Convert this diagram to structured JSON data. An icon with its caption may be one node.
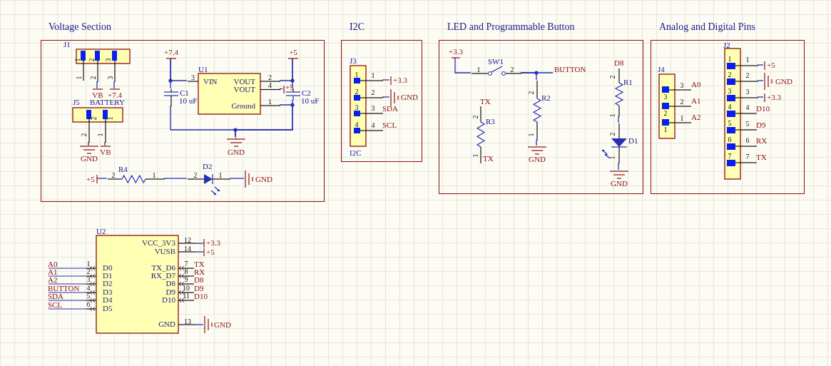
{
  "diagram": {
    "nodes": [
      {
        "text": [
          "Voltage Section"
        ]
      },
      {
        "text": [
          "J1",
          "1",
          "2",
          "3",
          "1",
          "2",
          "3"
        ],
        "in": 0
      },
      {
        "text": [
          "VB"
        ],
        "in": 0
      },
      {
        "text": [
          "+7.4"
        ],
        "in": 0
      },
      {
        "text": [
          "J5",
          "BATTERY",
          "2",
          "1",
          "2",
          "1"
        ],
        "in": 0
      },
      {
        "text": [
          "GND"
        ],
        "in": 0
      },
      {
        "text": [
          "VB"
        ],
        "in": 0
      },
      {
        "text": [
          "+7.4"
        ],
        "in": 0
      },
      {
        "text": [
          "+5"
        ],
        "in": 0
      },
      {
        "text": [
          "C1",
          "10 uF"
        ],
        "in": 0
      },
      {
        "text": [
          "U1",
          "VIN",
          "VOUT",
          "VOUT",
          "Ground",
          "3",
          "2",
          "4",
          "1"
        ],
        "in": 0
      },
      {
        "text": [
          "C2",
          "10 uF"
        ],
        "in": 0
      },
      {
        "text": [
          "+5"
        ],
        "in": 0
      },
      {
        "text": [
          "GND"
        ],
        "in": 0
      },
      {
        "text": [
          "+5"
        ],
        "in": 0
      },
      {
        "text": [
          "R4",
          "2",
          "1"
        ],
        "in": 0
      },
      {
        "text": [
          "D2",
          "2",
          "1"
        ],
        "in": 0
      },
      {
        "text": [
          "GND"
        ],
        "in": 0
      },
      {
        "text": [
          "I2C"
        ]
      },
      {
        "text": [
          "J3",
          "1",
          "2",
          "3",
          "4",
          "1",
          "2",
          "3",
          "4",
          "I2C"
        ],
        "in": 18
      },
      {
        "text": [
          "+3.3"
        ],
        "in": 18
      },
      {
        "text": [
          "GND"
        ],
        "in": 18
      },
      {
        "text": [
          "LED and Programmable Button"
        ]
      },
      {
        "text": [
          "+3.3"
        ],
        "in": 22
      },
      {
        "text": [
          "SW1",
          "1",
          "2"
        ],
        "in": 22
      },
      {
        "text": [
          "R2",
          "2",
          "1"
        ],
        "in": 22
      },
      {
        "text": [
          "BUTTON"
        ],
        "in": 22
      },
      {
        "text": [
          "GND"
        ],
        "in": 22
      },
      {
        "text": [
          "R3",
          "2",
          "1"
        ],
        "in": 22
      },
      {
        "text": [
          "R1",
          "2",
          "1"
        ],
        "in": 22
      },
      {
        "text": [
          "D1",
          "2",
          "1"
        ],
        "in": 22
      },
      {
        "text": [
          "GND"
        ],
        "in": 22
      },
      {
        "text": [
          "Analog and Digital Pins"
        ]
      },
      {
        "text": [
          "J4",
          "3",
          "2",
          "1",
          "3",
          "2",
          "1"
        ],
        "in": 32
      },
      {
        "text": [
          "J2",
          "1",
          "2",
          "3",
          "4",
          "5",
          "6",
          "7",
          "1",
          "2",
          "3",
          "4",
          "5",
          "6",
          "7"
        ],
        "in": 32
      },
      {
        "text": [
          "+5"
        ],
        "in": 32
      },
      {
        "text": [
          "GND"
        ],
        "in": 32
      },
      {
        "text": [
          "+3.3"
        ],
        "in": 32
      },
      {
        "text": [
          "U2",
          "VCC_3V3",
          "VUSB",
          "D0",
          "D1",
          "D2",
          "D3",
          "D4",
          "D5",
          "TX_D6",
          "RX_D7",
          "D8",
          "D9",
          "D10",
          "GND",
          "1",
          "2",
          "3",
          "4",
          "5",
          "6",
          "12",
          "14",
          "7",
          "8",
          "9",
          "10",
          "11",
          "13"
        ]
      },
      {
        "text": [
          "+3.3"
        ]
      },
      {
        "text": [
          "+5"
        ]
      },
      {
        "text": [
          "GND"
        ]
      }
    ],
    "edges": [
      {
        "from": 1,
        "to": 2,
        "arrow": "none"
      },
      {
        "from": 1,
        "to": 3,
        "arrow": "none"
      },
      {
        "from": 4,
        "to": 5,
        "arrow": "none"
      },
      {
        "from": 4,
        "to": 6,
        "arrow": "none"
      },
      {
        "from": 7,
        "to": 10,
        "arrow": "none"
      },
      {
        "from": 7,
        "to": 9,
        "arrow": "none"
      },
      {
        "from": 10,
        "to": 8,
        "arrow": "none"
      },
      {
        "from": 8,
        "to": 11,
        "arrow": "none"
      },
      {
        "from": 10,
        "to": 12,
        "arrow": "none"
      },
      {
        "from": 10,
        "to": 13,
        "arrow": "none"
      },
      {
        "from": 9,
        "to": 13,
        "arrow": "none"
      },
      {
        "from": 11,
        "to": 13,
        "arrow": "none"
      },
      {
        "from": 14,
        "to": 15,
        "arrow": "none"
      },
      {
        "from": 15,
        "to": 16,
        "arrow": "none"
      },
      {
        "from": 16,
        "to": 17,
        "arrow": "none"
      },
      {
        "from": 19,
        "to": 20,
        "arrow": "none"
      },
      {
        "from": 19,
        "to": 21,
        "arrow": "none"
      },
      {
        "from": 23,
        "to": 24,
        "arrow": "none"
      },
      {
        "from": 24,
        "to": 25,
        "arrow": "none"
      },
      {
        "from": 24,
        "to": 26,
        "arrow": "none"
      },
      {
        "from": 25,
        "to": 27,
        "arrow": "none"
      },
      {
        "from": 29,
        "to": 30,
        "arrow": "none"
      },
      {
        "from": 30,
        "to": 31,
        "arrow": "none"
      },
      {
        "from": 34,
        "to": 35,
        "arrow": "none"
      },
      {
        "from": 34,
        "to": 36,
        "arrow": "none"
      },
      {
        "from": 34,
        "to": 37,
        "arrow": "none"
      },
      {
        "from": 38,
        "to": 39,
        "arrow": "none"
      },
      {
        "from": 38,
        "to": 40,
        "arrow": "none"
      },
      {
        "from": 38,
        "to": 41,
        "arrow": "none"
      }
    ],
    "labels": [
      "SDA",
      "SCL",
      "TX",
      "TX",
      "D8",
      "A0",
      "A1",
      "A2",
      "D10",
      "D9",
      "RX",
      "TX",
      "A0",
      "A1",
      "A2",
      "BUTTON",
      "SDA",
      "SCL",
      "TX",
      "RX",
      "D8",
      "D9",
      "D10"
    ]
  }
}
